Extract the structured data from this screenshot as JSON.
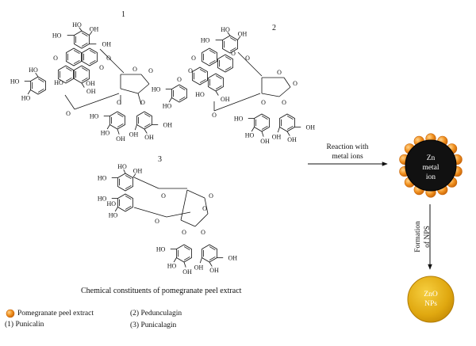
{
  "structures": [
    {
      "number": "1"
    },
    {
      "number": "2"
    },
    {
      "number": "3"
    }
  ],
  "caption": "Chemical constituents of pomegranate peel extract",
  "reaction_arrow": {
    "line1": "Reaction with",
    "line2": "metal ions"
  },
  "formation_arrow": {
    "line1": "Formation",
    "line2": "of NPS"
  },
  "zn_core": {
    "line1": "Zn",
    "line2": "metal",
    "line3": "ion",
    "fill": "#111111",
    "bead_color": "#f0901e"
  },
  "zno_np": {
    "line1": "ZnO",
    "line2": "NPs",
    "fill": "#e0a810"
  },
  "legend": {
    "marker_label": "Pomegranate peel extract",
    "item1": "(1) Punicalin",
    "item2": "(2) Pedunculagin",
    "item3": "(3) Punicalagin"
  },
  "atom_labels": {
    "hydroxyl": "HO",
    "hydroxyl_right": "OH",
    "oxygen": "O"
  }
}
